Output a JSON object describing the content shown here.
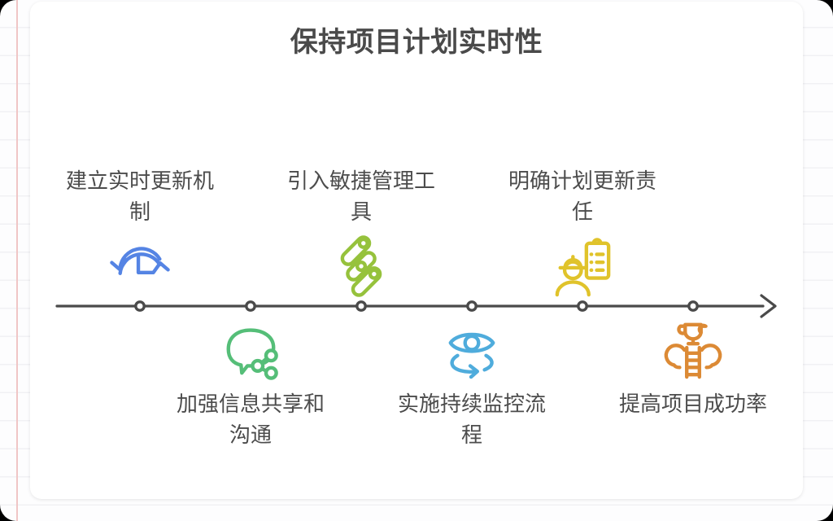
{
  "title": "保持项目计划实时性",
  "background": {
    "margin_line_color": "#f0c6c6",
    "grid_line_color": "#f1f1f4",
    "card_color": "#ffffff"
  },
  "timeline": {
    "line_color": "#4a4a4a",
    "dot_fill": "#ffffff",
    "direction": "left-to-right-arrow"
  },
  "steps": [
    {
      "label": "建立实时更新机制",
      "icon": "refresh-clock-icon",
      "color": "#5584e4",
      "side": "above"
    },
    {
      "label": "加强信息共享和沟通",
      "icon": "chat-share-icon",
      "color": "#55be78",
      "side": "below"
    },
    {
      "label": "引入敏捷管理工具",
      "icon": "agile-capsules-icon",
      "color": "#96c23c",
      "side": "above"
    },
    {
      "label": "实施持续监控流程",
      "icon": "eye-monitor-icon",
      "color": "#4facdc",
      "side": "below"
    },
    {
      "label": "明确计划更新责任",
      "icon": "worker-checklist-icon",
      "color": "#e0c32b",
      "side": "above"
    },
    {
      "label": "提高项目成功率",
      "icon": "trophy-ladder-icon",
      "color": "#dc8a35",
      "side": "below"
    }
  ]
}
